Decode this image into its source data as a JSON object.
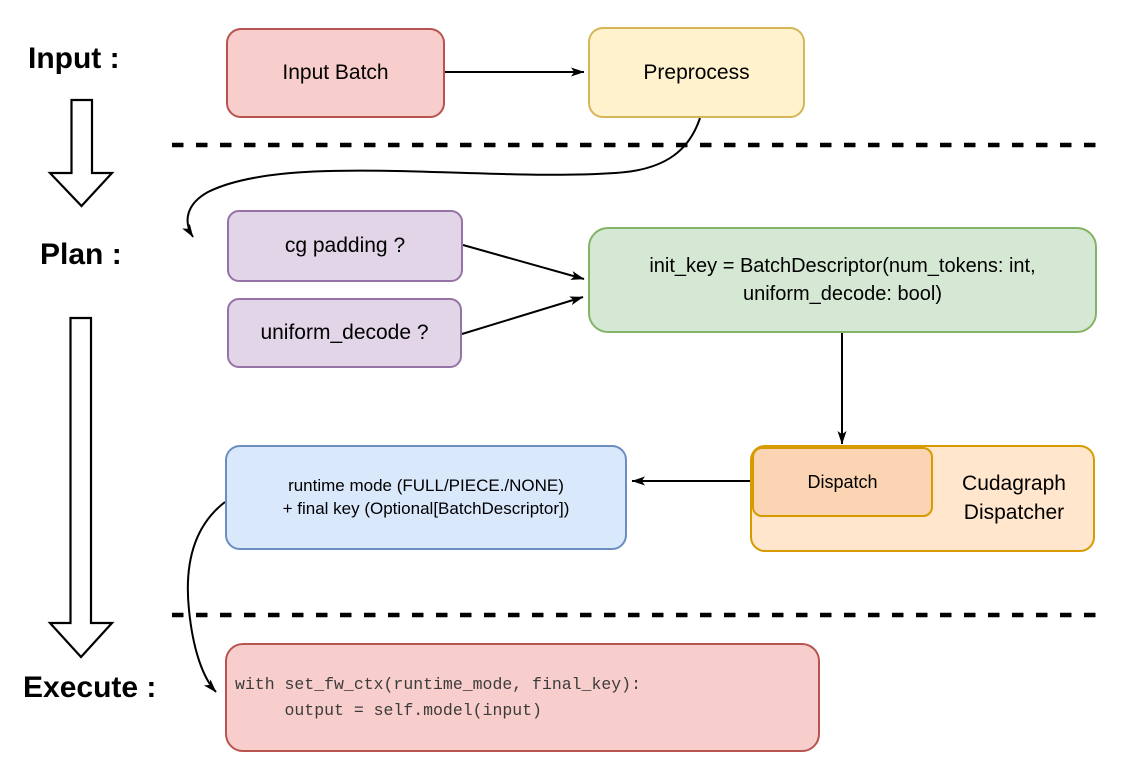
{
  "sections": {
    "input": "Input :",
    "plan": "Plan :",
    "execute": "Execute :"
  },
  "boxes": {
    "input_batch": {
      "label": "Input Batch",
      "fill": "#f8cecc",
      "stroke": "#b85450"
    },
    "preprocess": {
      "label": "Preprocess",
      "fill": "#fff2cc",
      "stroke": "#d6b656"
    },
    "cg_padding": {
      "label": "cg padding ?",
      "fill": "#e1d5e7",
      "stroke": "#9673a6"
    },
    "uniform_decode": {
      "label": "uniform_decode ?",
      "fill": "#e1d5e7",
      "stroke": "#9673a6"
    },
    "init_key": {
      "line1": "init_key = BatchDescriptor(num_tokens: int,",
      "line2": "uniform_decode: bool)",
      "fill": "#d5e8d4",
      "stroke": "#82b366"
    },
    "cudagraph_dispatcher": {
      "line1": "Cudagraph",
      "line2": "Dispatcher",
      "fill": "#ffe6cc",
      "stroke": "#d79b00"
    },
    "dispatch": {
      "label": "Dispatch",
      "fill": "#fbd4b4",
      "stroke": "#d79b00"
    },
    "runtime_mode": {
      "line1": "runtime mode (FULL/PIECE./NONE)",
      "line2": "+ final key (Optional[BatchDescriptor])",
      "fill": "#dae8fc",
      "stroke": "#6c8ebf"
    },
    "execute_code": {
      "line1": "with set_fw_ctx(runtime_mode, final_key):",
      "line2": "     output = self.model(input)",
      "fill": "#f8cecc",
      "stroke": "#b85450",
      "text_color": "#3b3b3b"
    }
  },
  "connector_color": "#000000",
  "divider_color": "#000000"
}
